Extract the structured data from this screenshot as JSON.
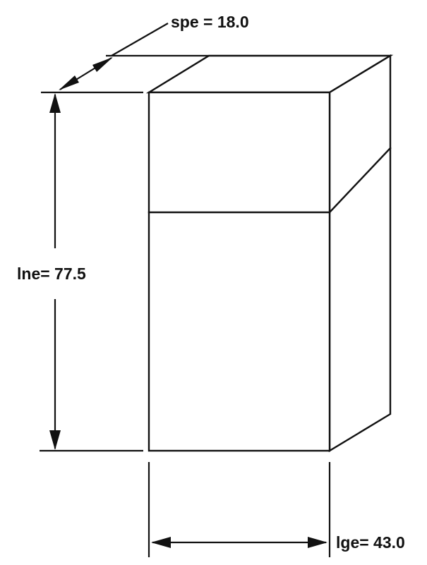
{
  "dimensions": {
    "depth_label": "spe = 18.0",
    "height_label": "lne= 77.5",
    "width_label": "lge= 43.0"
  }
}
